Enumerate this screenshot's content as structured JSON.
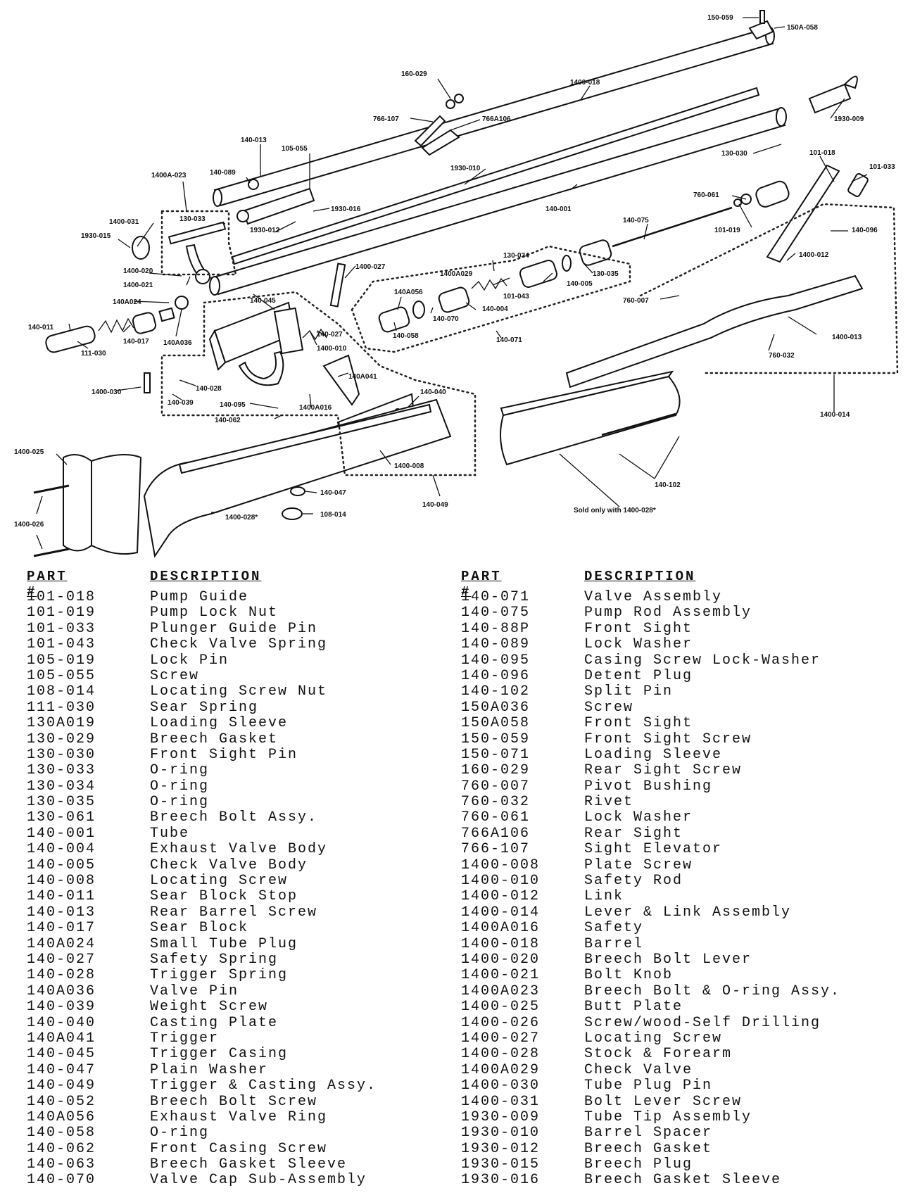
{
  "diagram": {
    "labels": {
      "l150_059": "150-059",
      "l150A058": "150A-058",
      "l160_029": "160-029",
      "l1400_018": "1400-018",
      "l1930_009": "1930-009",
      "l766_107": "766-107",
      "l766A106": "766A106",
      "l140_013": "140-013",
      "l105_055": "105-055",
      "l130_030": "130-030",
      "l101_018": "101-018",
      "l101_033": "101-033",
      "l1400A_023": "1400A-023",
      "l140_089": "140-089",
      "l1930_010": "1930-010",
      "l140_001": "140-001",
      "l760_061": "760-061",
      "l1930_016": "1930-016",
      "l130_033": "130-033",
      "l1400_031": "1400-031",
      "l1930_015": "1930-015",
      "l1930_012": "1930-012",
      "l140_075": "140-075",
      "l101_019": "101-019",
      "l140_096": "140-096",
      "l1400_020": "1400-020",
      "l1400_021": "1400-021",
      "l1400_027": "1400-027",
      "l130_034": "130-034",
      "l1400_012": "1400-012",
      "l1400A029": "1400A029",
      "l130_035": "130-035",
      "l140_005": "140-005",
      "l101_043": "101-043",
      "l140A024": "140A024",
      "l140_045": "140-045",
      "l140A056": "140A056",
      "l140_004": "140-004",
      "l760_007": "760-007",
      "l140_070": "140-070",
      "l140_011": "140-011",
      "l140_017": "140-017",
      "l140A036": "140A036",
      "l140_027": "140-027",
      "l1400_010": "1400-010",
      "l140_058": "140-058",
      "l140_071": "140-071",
      "l1400_013": "1400-013",
      "l111_030": "111-030",
      "l760_032": "760-032",
      "l140A041": "140A041",
      "l1400_030": "1400-030",
      "l140_028": "140-028",
      "l140_039": "140-039",
      "l140_095": "140-095",
      "l1400A016": "1400A016",
      "l140_040": "140-040",
      "l1400_014": "1400-014",
      "l140_062": "140-062",
      "l1400_025": "1400-025",
      "l1400_008": "1400-008",
      "l140_102": "140-102",
      "l140_049": "140-049",
      "l140_047": "140-047",
      "l1400_026": "1400-026",
      "l1400_028": "1400-028*",
      "l108_014": "108-014",
      "sold_only": "Sold only with 1400-028*"
    }
  },
  "parts_table": {
    "headers": {
      "part": "PART #",
      "description": "DESCRIPTION"
    },
    "left": [
      {
        "part": "101-018",
        "description": "Pump Guide"
      },
      {
        "part": "101-019",
        "description": "Pump Lock Nut"
      },
      {
        "part": "101-033",
        "description": "Plunger Guide Pin"
      },
      {
        "part": "101-043",
        "description": "Check Valve Spring"
      },
      {
        "part": "105-019",
        "description": "Lock Pin"
      },
      {
        "part": "105-055",
        "description": "Screw"
      },
      {
        "part": "108-014",
        "description": "Locating Screw Nut"
      },
      {
        "part": "111-030",
        "description": "Sear Spring"
      },
      {
        "part": "130A019",
        "description": "Loading Sleeve"
      },
      {
        "part": "130-029",
        "description": "Breech Gasket"
      },
      {
        "part": "130-030",
        "description": "Front Sight Pin"
      },
      {
        "part": "130-033",
        "description": "O-ring"
      },
      {
        "part": "130-034",
        "description": "O-ring"
      },
      {
        "part": "130-035",
        "description": "O-ring"
      },
      {
        "part": "130-061",
        "description": "Breech Bolt Assy."
      },
      {
        "part": "140-001",
        "description": "Tube"
      },
      {
        "part": "140-004",
        "description": "Exhaust Valve Body"
      },
      {
        "part": "140-005",
        "description": "Check Valve Body"
      },
      {
        "part": "140-008",
        "description": "Locating Screw"
      },
      {
        "part": "140-011",
        "description": "Sear Block Stop"
      },
      {
        "part": "140-013",
        "description": "Rear Barrel Screw"
      },
      {
        "part": "140-017",
        "description": "Sear Block"
      },
      {
        "part": "140A024",
        "description": "Small Tube Plug"
      },
      {
        "part": "140-027",
        "description": "Safety Spring"
      },
      {
        "part": "140-028",
        "description": "Trigger Spring"
      },
      {
        "part": "140A036",
        "description": "Valve Pin"
      },
      {
        "part": "140-039",
        "description": "Weight Screw"
      },
      {
        "part": "140-040",
        "description": "Casting Plate"
      },
      {
        "part": "140A041",
        "description": "Trigger"
      },
      {
        "part": "140-045",
        "description": "Trigger Casing"
      },
      {
        "part": "140-047",
        "description": "Plain Washer"
      },
      {
        "part": "140-049",
        "description": "Trigger & Casting Assy."
      },
      {
        "part": "140-052",
        "description": "Breech Bolt Screw"
      },
      {
        "part": "140A056",
        "description": "Exhaust Valve Ring"
      },
      {
        "part": "140-058",
        "description": "O-ring"
      },
      {
        "part": "140-062",
        "description": "Front Casing Screw"
      },
      {
        "part": "140-063",
        "description": "Breech Gasket Sleeve"
      },
      {
        "part": "140-070",
        "description": "Valve Cap Sub-Assembly"
      }
    ],
    "right": [
      {
        "part": "140-071",
        "description": "Valve Assembly"
      },
      {
        "part": "140-075",
        "description": "Pump Rod Assembly"
      },
      {
        "part": "140-88P",
        "description": "Front Sight"
      },
      {
        "part": "140-089",
        "description": "Lock Washer"
      },
      {
        "part": "140-095",
        "description": "Casing Screw Lock-Washer"
      },
      {
        "part": "140-096",
        "description": "Detent Plug"
      },
      {
        "part": "140-102",
        "description": "Split Pin"
      },
      {
        "part": "150A036",
        "description": "Screw"
      },
      {
        "part": "150A058",
        "description": "Front Sight"
      },
      {
        "part": "150-059",
        "description": "Front Sight Screw"
      },
      {
        "part": "150-071",
        "description": "Loading Sleeve"
      },
      {
        "part": "160-029",
        "description": "Rear Sight Screw"
      },
      {
        "part": "760-007",
        "description": "Pivot Bushing"
      },
      {
        "part": "760-032",
        "description": "Rivet"
      },
      {
        "part": "760-061",
        "description": "Lock Washer"
      },
      {
        "part": "766A106",
        "description": "Rear Sight"
      },
      {
        "part": "766-107",
        "description": "Sight Elevator"
      },
      {
        "part": "1400-008",
        "description": "Plate Screw"
      },
      {
        "part": "1400-010",
        "description": "Safety Rod"
      },
      {
        "part": "1400-012",
        "description": "Link"
      },
      {
        "part": "1400-014",
        "description": "Lever & Link Assembly"
      },
      {
        "part": "1400A016",
        "description": "Safety"
      },
      {
        "part": "1400-018",
        "description": "Barrel"
      },
      {
        "part": "1400-020",
        "description": "Breech Bolt Lever"
      },
      {
        "part": "1400-021",
        "description": "Bolt Knob"
      },
      {
        "part": "1400A023",
        "description": "Breech Bolt & O-ring Assy."
      },
      {
        "part": "1400-025",
        "description": "Butt Plate"
      },
      {
        "part": "1400-026",
        "description": "Screw/wood-Self Drilling"
      },
      {
        "part": "1400-027",
        "description": "Locating Screw"
      },
      {
        "part": "1400-028",
        "description": "Stock & Forearm"
      },
      {
        "part": "1400A029",
        "description": "Check Valve"
      },
      {
        "part": "1400-030",
        "description": "Tube Plug Pin"
      },
      {
        "part": "1400-031",
        "description": "Bolt Lever Screw"
      },
      {
        "part": "1930-009",
        "description": "Tube Tip Assembly"
      },
      {
        "part": "1930-010",
        "description": "Barrel Spacer"
      },
      {
        "part": "1930-012",
        "description": "Breech Gasket"
      },
      {
        "part": "1930-015",
        "description": "Breech Plug"
      },
      {
        "part": "1930-016",
        "description": "Breech Gasket Sleeve"
      }
    ]
  }
}
